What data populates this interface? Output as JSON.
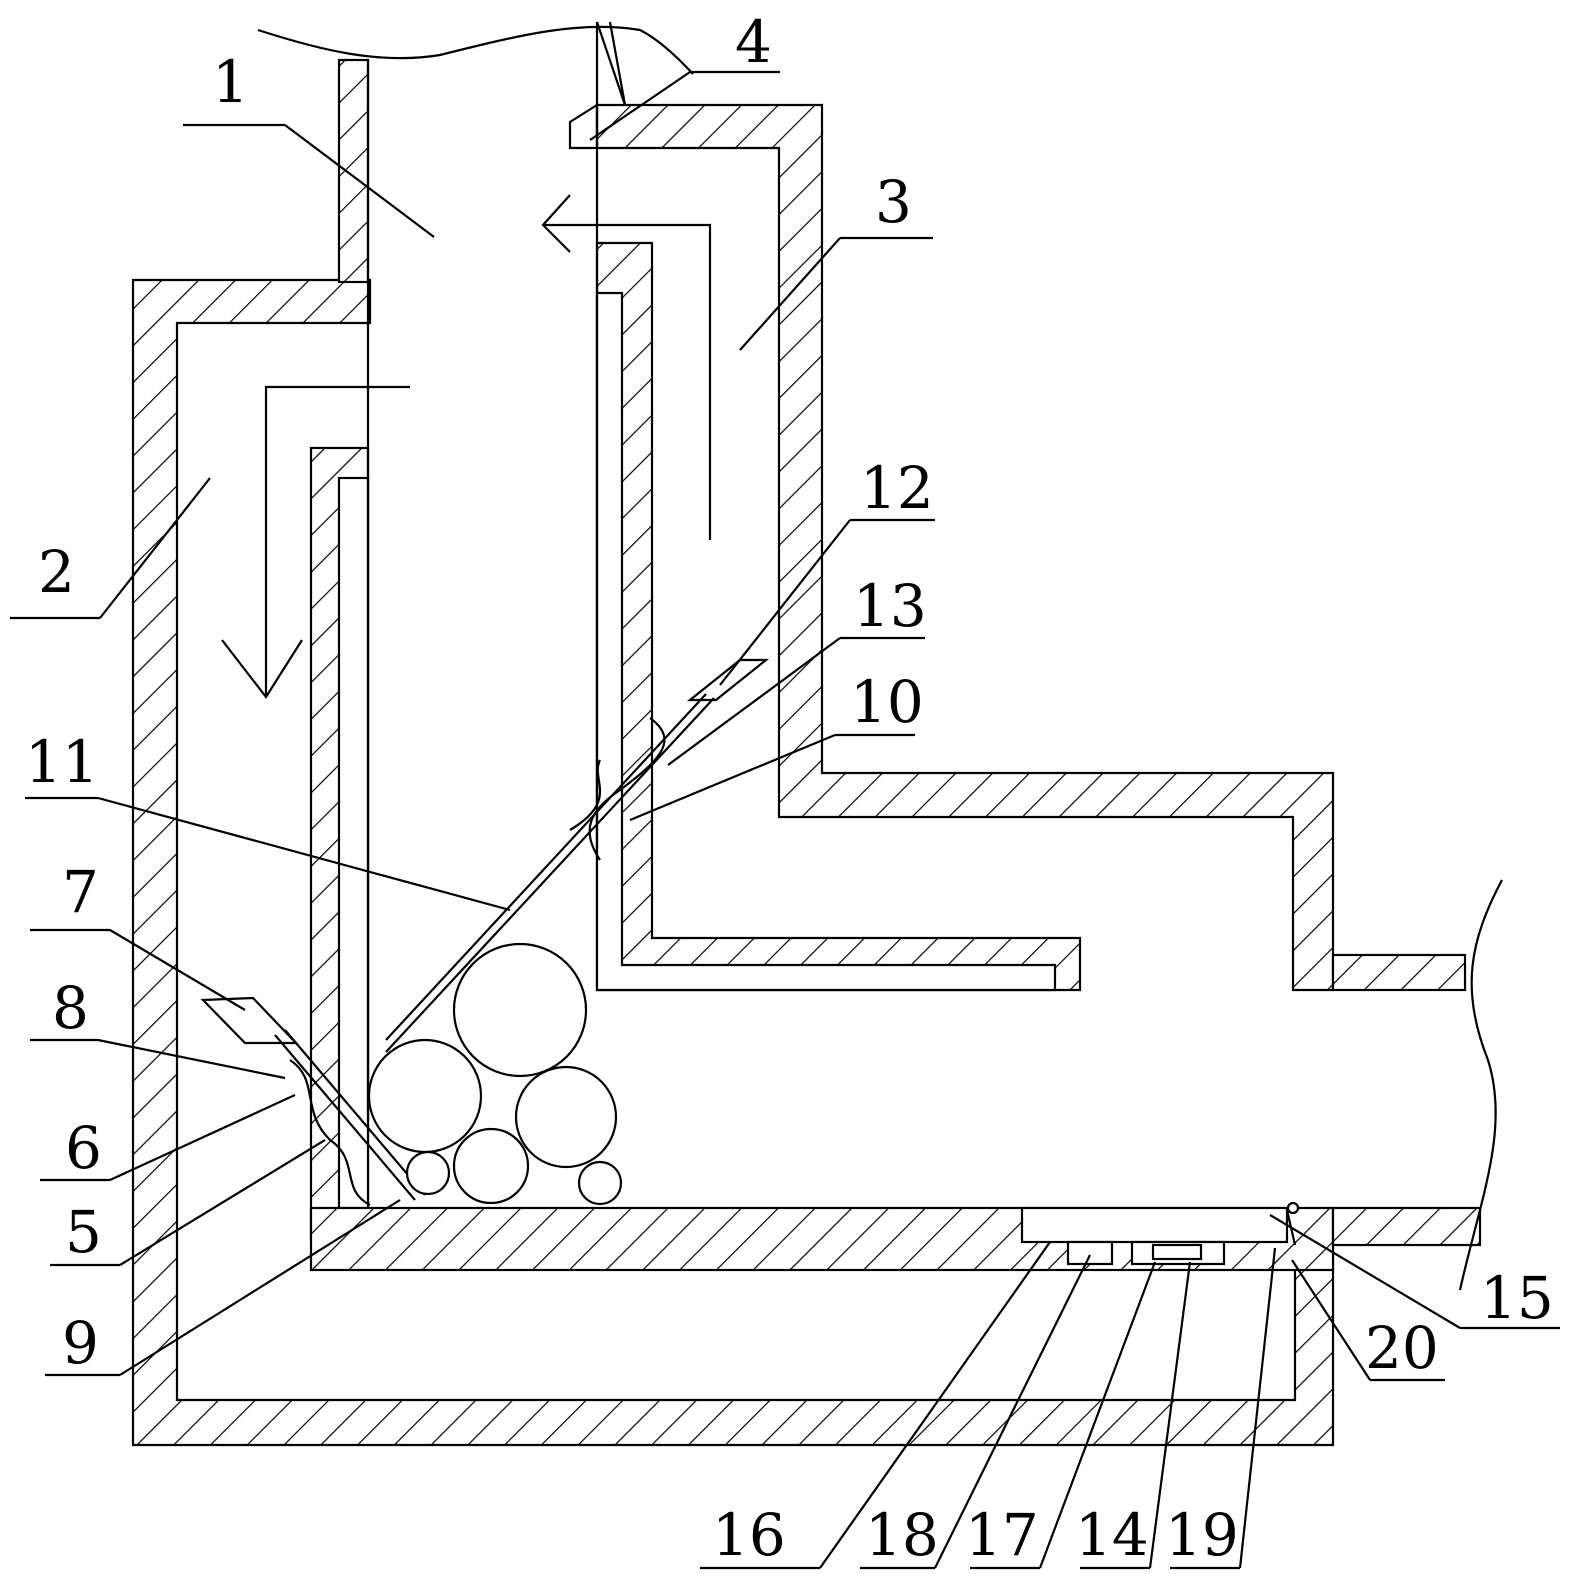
{
  "labels": {
    "l1": "1",
    "l2": "2",
    "l3": "3",
    "l4": "4",
    "l5": "5",
    "l6": "6",
    "l7": "7",
    "l8": "8",
    "l9": "9",
    "l10": "10",
    "l11": "11",
    "l12": "12",
    "l13": "13",
    "l14": "14",
    "l15": "15",
    "l16": "16",
    "l17": "17",
    "l18": "18",
    "l19": "19",
    "l20": "20"
  },
  "colors": {
    "stroke": "#000000",
    "background": "#ffffff"
  }
}
